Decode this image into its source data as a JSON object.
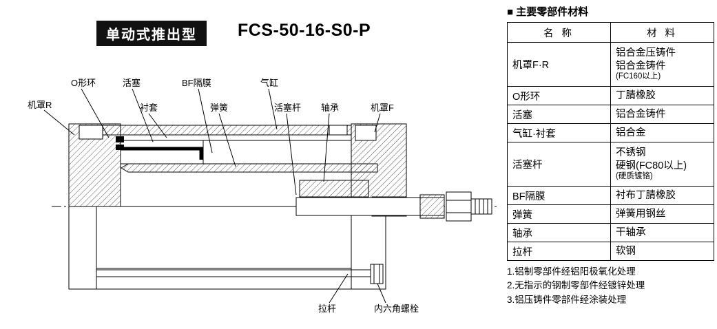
{
  "header": {
    "badge": "单动式推出型",
    "model": "FCS-50-16-S0-P"
  },
  "diagram": {
    "labels": {
      "cover_r": "机罩R",
      "o_ring": "O形环",
      "piston": "活塞",
      "bushing": "衬套",
      "bf_diaphragm": "BF隔膜",
      "spring": "弹簧",
      "cylinder": "气缸",
      "piston_rod": "活塞杆",
      "bearing": "轴承",
      "cover_f": "机罩F",
      "tie_rod": "拉杆",
      "hex_socket_bolt": "内六角螺栓"
    }
  },
  "materials_table": {
    "title": "■ 主要零部件材料",
    "headers": [
      "名  称",
      "材  料"
    ],
    "rows": [
      {
        "name": "机罩F·R",
        "material": "铝合金压铸件\n铝合金铸件",
        "note": "(FC160以上)"
      },
      {
        "name": "O形环",
        "material": "丁腈橡胶",
        "note": ""
      },
      {
        "name": "活塞",
        "material": "铝合金铸件",
        "note": ""
      },
      {
        "name": "气缸·衬套",
        "material": "铝合金",
        "note": ""
      },
      {
        "name": "活塞杆",
        "material": "不锈钢\n硬钢(FC80以上)",
        "note": "(硬质镀铬)"
      },
      {
        "name": "BF隔膜",
        "material": "衬布丁腈橡胶",
        "note": ""
      },
      {
        "name": "弹簧",
        "material": "弹簧用钢丝",
        "note": ""
      },
      {
        "name": "轴承",
        "material": "干轴承",
        "note": ""
      },
      {
        "name": "拉杆",
        "material": "软钢",
        "note": ""
      }
    ],
    "notes": [
      "1.铝制零部件经铝阳极氧化处理",
      "2.无指示的钢制零部件经镀锌处理",
      "3.铝压铸件零部件经涂装处理"
    ]
  }
}
